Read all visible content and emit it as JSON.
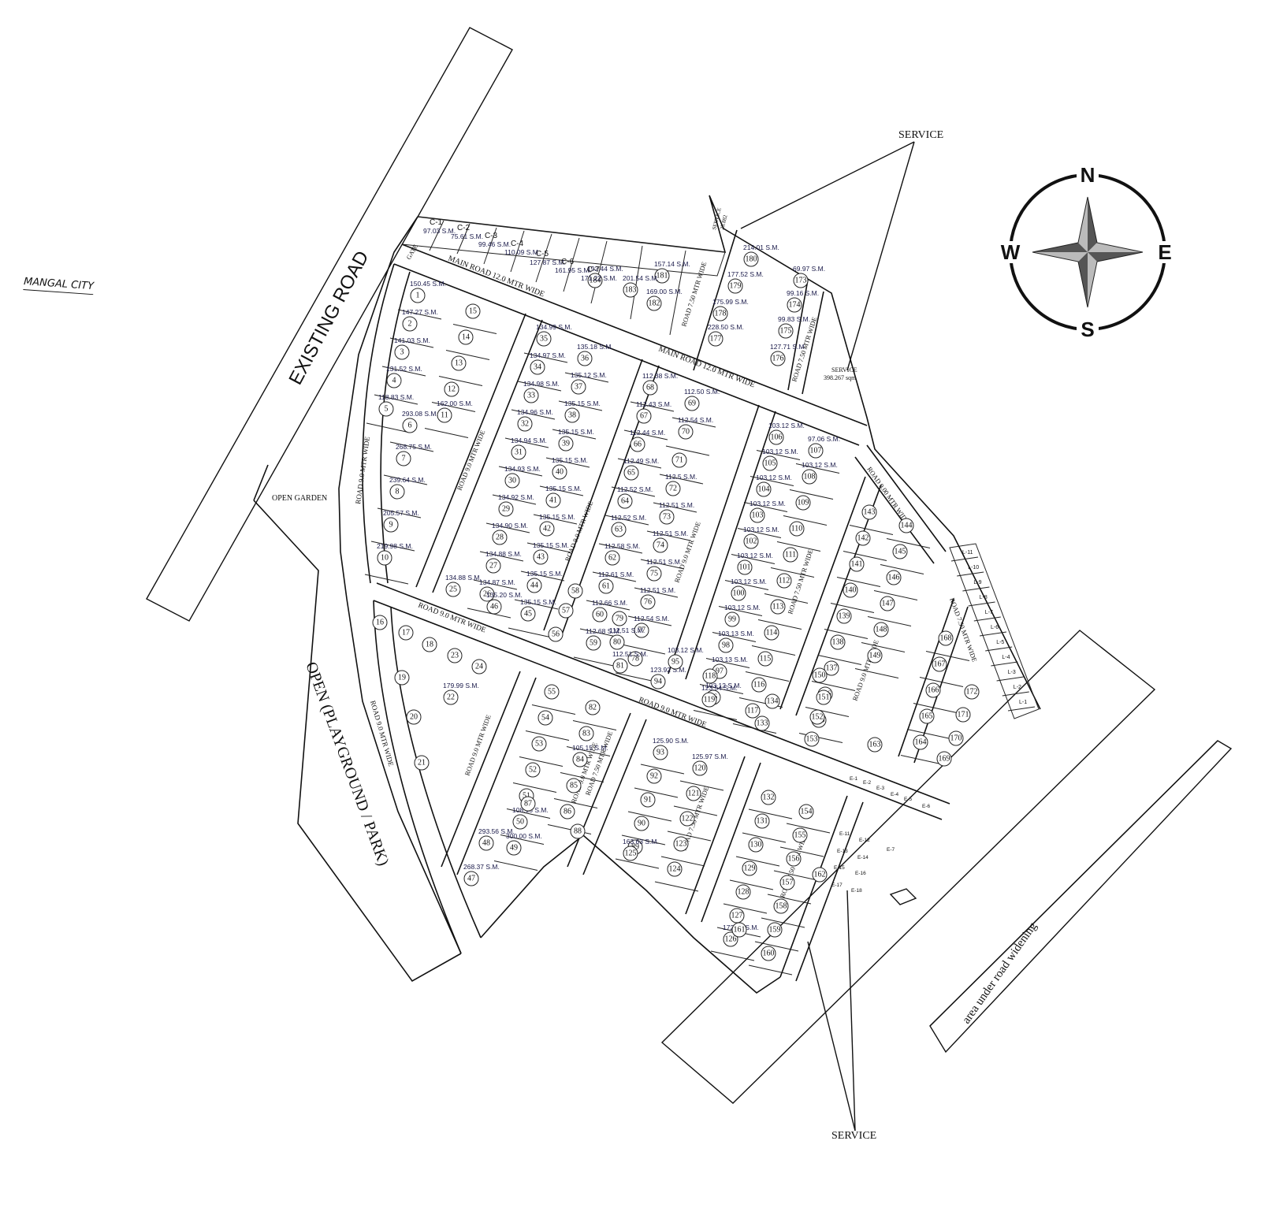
{
  "city_name": "MANGAL CITY",
  "labels": {
    "existing_road": "EXISTING ROAD",
    "open_garden": "OPEN GARDEN",
    "open_park": "OPEN  (PLAYGROUND / PARK)",
    "road_9_left": "ROAD 9.0 MTR WIDE",
    "road_9_left2": "ROAD 9.0 MTR WIDE",
    "main_road_1": "MAIN ROAD  12.0 MTR WIDE",
    "main_road_2": "MAIN ROAD  12.0 MTR WIDE",
    "road_9_mid": "ROAD 9.0 MTR WIDE",
    "road_9_lower": "ROAD 9.0 MTR WIDE",
    "road_9_col1": "ROAD 9.0 MTR WIDE",
    "road_9_col2": "ROAD 9.0 MTR WIDE",
    "road_9_col3": "ROAD 9.0 MTR WIDE",
    "road_9_col4": "ROAD 9.0 MTR WIDE",
    "road_9_col5": "ROAD 9.0 MTR WIDE",
    "road_9_col6": "ROAD 9.0 MTR WIDE",
    "road_9_ne": "ROAD 9.00 MTR WIDE",
    "road_750_a": "ROAD 7.50 MTR WIDE",
    "road_750_b": "ROAD 7.50 MTR WIDE",
    "road_750_c": "ROAD 7.50 MTR WIDE",
    "road_750_d": "ROAD 7.50 MTR WIDE",
    "road_750_e": "ROAD 7.50 MTR WIDE",
    "road_750_f": "ROAD 7.50 MTR WIDE",
    "road_750_g": "ROAD 7.50 MTR WIDE",
    "gate": "GATE",
    "service_top": "SERVICE",
    "service_bottom": "SERVICE",
    "service_plot": "SERVICE",
    "service_plot_area": "398.267 sqm",
    "service_small": "SERVICE",
    "service_small_area": "25.882",
    "area_widening": "area under road widening"
  },
  "compass": {
    "n": "N",
    "s": "S",
    "e": "E",
    "w": "W"
  },
  "commercial": [
    {
      "id": "C-1",
      "area": "97.03 S.M."
    },
    {
      "id": "C-2",
      "area": "75.61 S.M."
    },
    {
      "id": "C-3",
      "area": "99.46 S.M."
    },
    {
      "id": "C-4",
      "area": "110.09 S.M."
    },
    {
      "id": "C-5",
      "area": "127.87 S.M."
    },
    {
      "id": "C-6",
      "area": "161.95 S.M."
    },
    {
      "id": "C-7",
      "area": "171.22 S.M."
    }
  ],
  "l_plots": [
    "L-1",
    "L-2",
    "L-3",
    "L-4",
    "L-5",
    "L-6",
    "L-7",
    "L-8",
    "L-9",
    "L-10",
    "L-11"
  ],
  "e_plots": [
    "E-1",
    "E-2",
    "E-3",
    "E-4",
    "E-5",
    "E-6",
    "E-7",
    "E-11",
    "E-12",
    "E-13",
    "E-14",
    "E-15",
    "E-16",
    "E-17",
    "E-18"
  ],
  "plots": [
    {
      "n": "1",
      "a": "150.45 S.M."
    },
    {
      "n": "2",
      "a": "147.27 S.M."
    },
    {
      "n": "3",
      "a": "141.03 S.M."
    },
    {
      "n": "4",
      "a": "131.52 S.M."
    },
    {
      "n": "5",
      "a": "118.83 S.M."
    },
    {
      "n": "6",
      "a": "293.08 S.M."
    },
    {
      "n": "7",
      "a": "268.75 S.M."
    },
    {
      "n": "8",
      "a": "239.64 S.M."
    },
    {
      "n": "9",
      "a": "205.57 S.M."
    },
    {
      "n": "10",
      "a": "219.98 S.M."
    },
    {
      "n": "11",
      "a": "162.00 S.M."
    },
    {
      "n": "12",
      "a": ""
    },
    {
      "n": "13",
      "a": ""
    },
    {
      "n": "14",
      "a": ""
    },
    {
      "n": "15",
      "a": ""
    },
    {
      "n": "16",
      "a": ""
    },
    {
      "n": "17",
      "a": ""
    },
    {
      "n": "18",
      "a": ""
    },
    {
      "n": "19",
      "a": ""
    },
    {
      "n": "20",
      "a": ""
    },
    {
      "n": "21",
      "a": ""
    },
    {
      "n": "22",
      "a": "179.99 S.M."
    },
    {
      "n": "23",
      "a": ""
    },
    {
      "n": "24",
      "a": ""
    },
    {
      "n": "25",
      "a": "134.88 S.M."
    },
    {
      "n": "26",
      "a": "134.87 S.M."
    },
    {
      "n": "27",
      "a": "134.88 S.M."
    },
    {
      "n": "28",
      "a": "134.90 S.M."
    },
    {
      "n": "29",
      "a": "134.92 S.M."
    },
    {
      "n": "30",
      "a": "134.93 S.M."
    },
    {
      "n": "31",
      "a": "134.94 S.M."
    },
    {
      "n": "32",
      "a": "134.96 S.M."
    },
    {
      "n": "33",
      "a": "134.98 S.M."
    },
    {
      "n": "34",
      "a": "134.97 S.M."
    },
    {
      "n": "35",
      "a": "134.99 S.M."
    },
    {
      "n": "36",
      "a": "135.18 S.M."
    },
    {
      "n": "37",
      "a": "135.12 S.M."
    },
    {
      "n": "38",
      "a": "135.15 S.M."
    },
    {
      "n": "39",
      "a": "135.15 S.M."
    },
    {
      "n": "40",
      "a": "135.15 S.M."
    },
    {
      "n": "41",
      "a": "135.15 S.M."
    },
    {
      "n": "42",
      "a": "135.15 S.M."
    },
    {
      "n": "43",
      "a": "135.15 S.M."
    },
    {
      "n": "44",
      "a": "135.15 S.M."
    },
    {
      "n": "45",
      "a": "135.15 S.M."
    },
    {
      "n": "46",
      "a": "135.20 S.M."
    },
    {
      "n": "47",
      "a": "268.37 S.M."
    },
    {
      "n": "48",
      "a": "293.56 S.M."
    },
    {
      "n": "49",
      "a": "300.00 S.M."
    },
    {
      "n": "50",
      "a": "108.15 S.M."
    },
    {
      "n": "51",
      "a": ""
    },
    {
      "n": "52",
      "a": ""
    },
    {
      "n": "53",
      "a": ""
    },
    {
      "n": "54",
      "a": ""
    },
    {
      "n": "55",
      "a": ""
    },
    {
      "n": "56",
      "a": ""
    },
    {
      "n": "57",
      "a": ""
    },
    {
      "n": "58",
      "a": ""
    },
    {
      "n": "59",
      "a": "112.68 S.M."
    },
    {
      "n": "60",
      "a": "112.66 S.M."
    },
    {
      "n": "61",
      "a": "112.61 S.M."
    },
    {
      "n": "62",
      "a": "112.58 S.M."
    },
    {
      "n": "63",
      "a": "112.52 S.M."
    },
    {
      "n": "64",
      "a": "112.52 S.M."
    },
    {
      "n": "65",
      "a": "112.49 S.M."
    },
    {
      "n": "66",
      "a": "112.44 S.M."
    },
    {
      "n": "67",
      "a": "112.43 S.M."
    },
    {
      "n": "68",
      "a": "112.38 S.M."
    },
    {
      "n": "69",
      "a": "112.50 S.M."
    },
    {
      "n": "70",
      "a": "112.54 S.M."
    },
    {
      "n": "71",
      "a": ""
    },
    {
      "n": "72",
      "a": "112.5 S.M."
    },
    {
      "n": "73",
      "a": "112.51 S.M."
    },
    {
      "n": "74",
      "a": "112.51 S.M."
    },
    {
      "n": "75",
      "a": "112.51 S.M."
    },
    {
      "n": "76",
      "a": "112.51 S.M."
    },
    {
      "n": "77",
      "a": "112.54 S.M."
    },
    {
      "n": "78",
      "a": ""
    },
    {
      "n": "79",
      "a": ""
    },
    {
      "n": "80",
      "a": "112.51 S.M."
    },
    {
      "n": "81",
      "a": "112.51 S.M."
    },
    {
      "n": "82",
      "a": ""
    },
    {
      "n": "83",
      "a": ""
    },
    {
      "n": "84",
      "a": "105.15 S.M."
    },
    {
      "n": "85",
      "a": ""
    },
    {
      "n": "86",
      "a": ""
    },
    {
      "n": "87",
      "a": ""
    },
    {
      "n": "88",
      "a": ""
    },
    {
      "n": "89",
      "a": ""
    },
    {
      "n": "90",
      "a": ""
    },
    {
      "n": "91",
      "a": ""
    },
    {
      "n": "92",
      "a": ""
    },
    {
      "n": "93",
      "a": "125.90 S.M."
    },
    {
      "n": "94",
      "a": "123.92 S.M."
    },
    {
      "n": "95",
      "a": "103.12 S.M."
    },
    {
      "n": "96",
      "a": "103.12 S.M."
    },
    {
      "n": "97",
      "a": "103.13 S.M."
    },
    {
      "n": "98",
      "a": "103.13 S.M."
    },
    {
      "n": "99",
      "a": "103.12 S.M."
    },
    {
      "n": "100",
      "a": "103.12 S.M."
    },
    {
      "n": "101",
      "a": "103.12 S.M."
    },
    {
      "n": "102",
      "a": "103.12 S.M."
    },
    {
      "n": "103",
      "a": "103.12 S.M."
    },
    {
      "n": "104",
      "a": "103.12 S.M."
    },
    {
      "n": "105",
      "a": "103.12 S.M."
    },
    {
      "n": "106",
      "a": "103.12 S.M."
    },
    {
      "n": "107",
      "a": "97.06 S.M."
    },
    {
      "n": "108",
      "a": "103.12 S.M."
    },
    {
      "n": "109",
      "a": ""
    },
    {
      "n": "110",
      "a": ""
    },
    {
      "n": "111",
      "a": ""
    },
    {
      "n": "112",
      "a": ""
    },
    {
      "n": "113",
      "a": ""
    },
    {
      "n": "114",
      "a": ""
    },
    {
      "n": "115",
      "a": ""
    },
    {
      "n": "116",
      "a": ""
    },
    {
      "n": "117",
      "a": ""
    },
    {
      "n": "118",
      "a": ""
    },
    {
      "n": "119",
      "a": "123.54 S.M."
    },
    {
      "n": "120",
      "a": "125.97 S.M."
    },
    {
      "n": "121",
      "a": ""
    },
    {
      "n": "122",
      "a": ""
    },
    {
      "n": "123",
      "a": ""
    },
    {
      "n": "124",
      "a": ""
    },
    {
      "n": "125",
      "a": "163.63 S.M."
    },
    {
      "n": "126",
      "a": "172.44 S.M."
    },
    {
      "n": "127",
      "a": ""
    },
    {
      "n": "128",
      "a": ""
    },
    {
      "n": "129",
      "a": ""
    },
    {
      "n": "130",
      "a": ""
    },
    {
      "n": "131",
      "a": ""
    },
    {
      "n": "132",
      "a": ""
    },
    {
      "n": "133",
      "a": ""
    },
    {
      "n": "134",
      "a": ""
    },
    {
      "n": "135",
      "a": ""
    },
    {
      "n": "136",
      "a": ""
    },
    {
      "n": "137",
      "a": ""
    },
    {
      "n": "138",
      "a": ""
    },
    {
      "n": "139",
      "a": ""
    },
    {
      "n": "140",
      "a": ""
    },
    {
      "n": "141",
      "a": ""
    },
    {
      "n": "142",
      "a": ""
    },
    {
      "n": "143",
      "a": ""
    },
    {
      "n": "144",
      "a": ""
    },
    {
      "n": "145",
      "a": ""
    },
    {
      "n": "146",
      "a": ""
    },
    {
      "n": "147",
      "a": ""
    },
    {
      "n": "148",
      "a": ""
    },
    {
      "n": "149",
      "a": ""
    },
    {
      "n": "150",
      "a": ""
    },
    {
      "n": "151",
      "a": ""
    },
    {
      "n": "152",
      "a": ""
    },
    {
      "n": "153",
      "a": ""
    },
    {
      "n": "154",
      "a": ""
    },
    {
      "n": "155",
      "a": ""
    },
    {
      "n": "156",
      "a": ""
    },
    {
      "n": "157",
      "a": ""
    },
    {
      "n": "158",
      "a": ""
    },
    {
      "n": "159",
      "a": ""
    },
    {
      "n": "160",
      "a": ""
    },
    {
      "n": "161",
      "a": ""
    },
    {
      "n": "162",
      "a": ""
    },
    {
      "n": "163",
      "a": ""
    },
    {
      "n": "164",
      "a": ""
    },
    {
      "n": "165",
      "a": ""
    },
    {
      "n": "166",
      "a": ""
    },
    {
      "n": "167",
      "a": ""
    },
    {
      "n": "168",
      "a": ""
    },
    {
      "n": "169",
      "a": ""
    },
    {
      "n": "170",
      "a": ""
    },
    {
      "n": "171",
      "a": ""
    },
    {
      "n": "172",
      "a": ""
    },
    {
      "n": "173",
      "a": "69.97 S.M."
    },
    {
      "n": "174",
      "a": "99.16 S.M."
    },
    {
      "n": "175",
      "a": "99.83 S.M."
    },
    {
      "n": "176",
      "a": "127.71 S.M."
    },
    {
      "n": "177",
      "a": "228.50 S.M."
    },
    {
      "n": "178",
      "a": "175.99 S.M."
    },
    {
      "n": "179",
      "a": "177.52 S.M."
    },
    {
      "n": "180",
      "a": "214.01 S.M."
    },
    {
      "n": "181",
      "a": "157.14 S.M."
    },
    {
      "n": "182",
      "a": "169.00 S.M."
    },
    {
      "n": "183",
      "a": "201.54 S.M."
    },
    {
      "n": "184",
      "a": "192.44 S.M."
    }
  ]
}
